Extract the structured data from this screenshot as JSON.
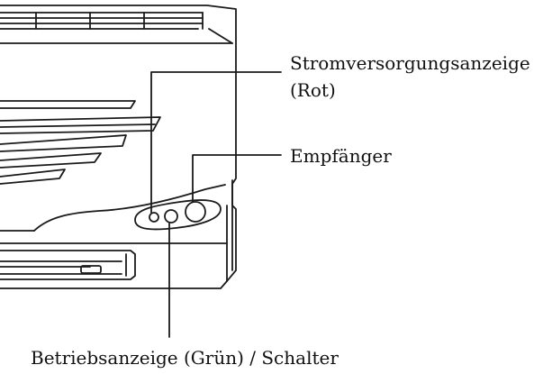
{
  "labels": {
    "power_indicator_line1": "Stromversorgungsanzeige",
    "power_indicator_line2": "(Rot)",
    "receiver": "Empfänger",
    "operation_indicator_switch": "Betriebsanzeige (Grün) / Schalter"
  },
  "colors": {
    "line": "#1a1a1a",
    "background": "#ffffff"
  }
}
